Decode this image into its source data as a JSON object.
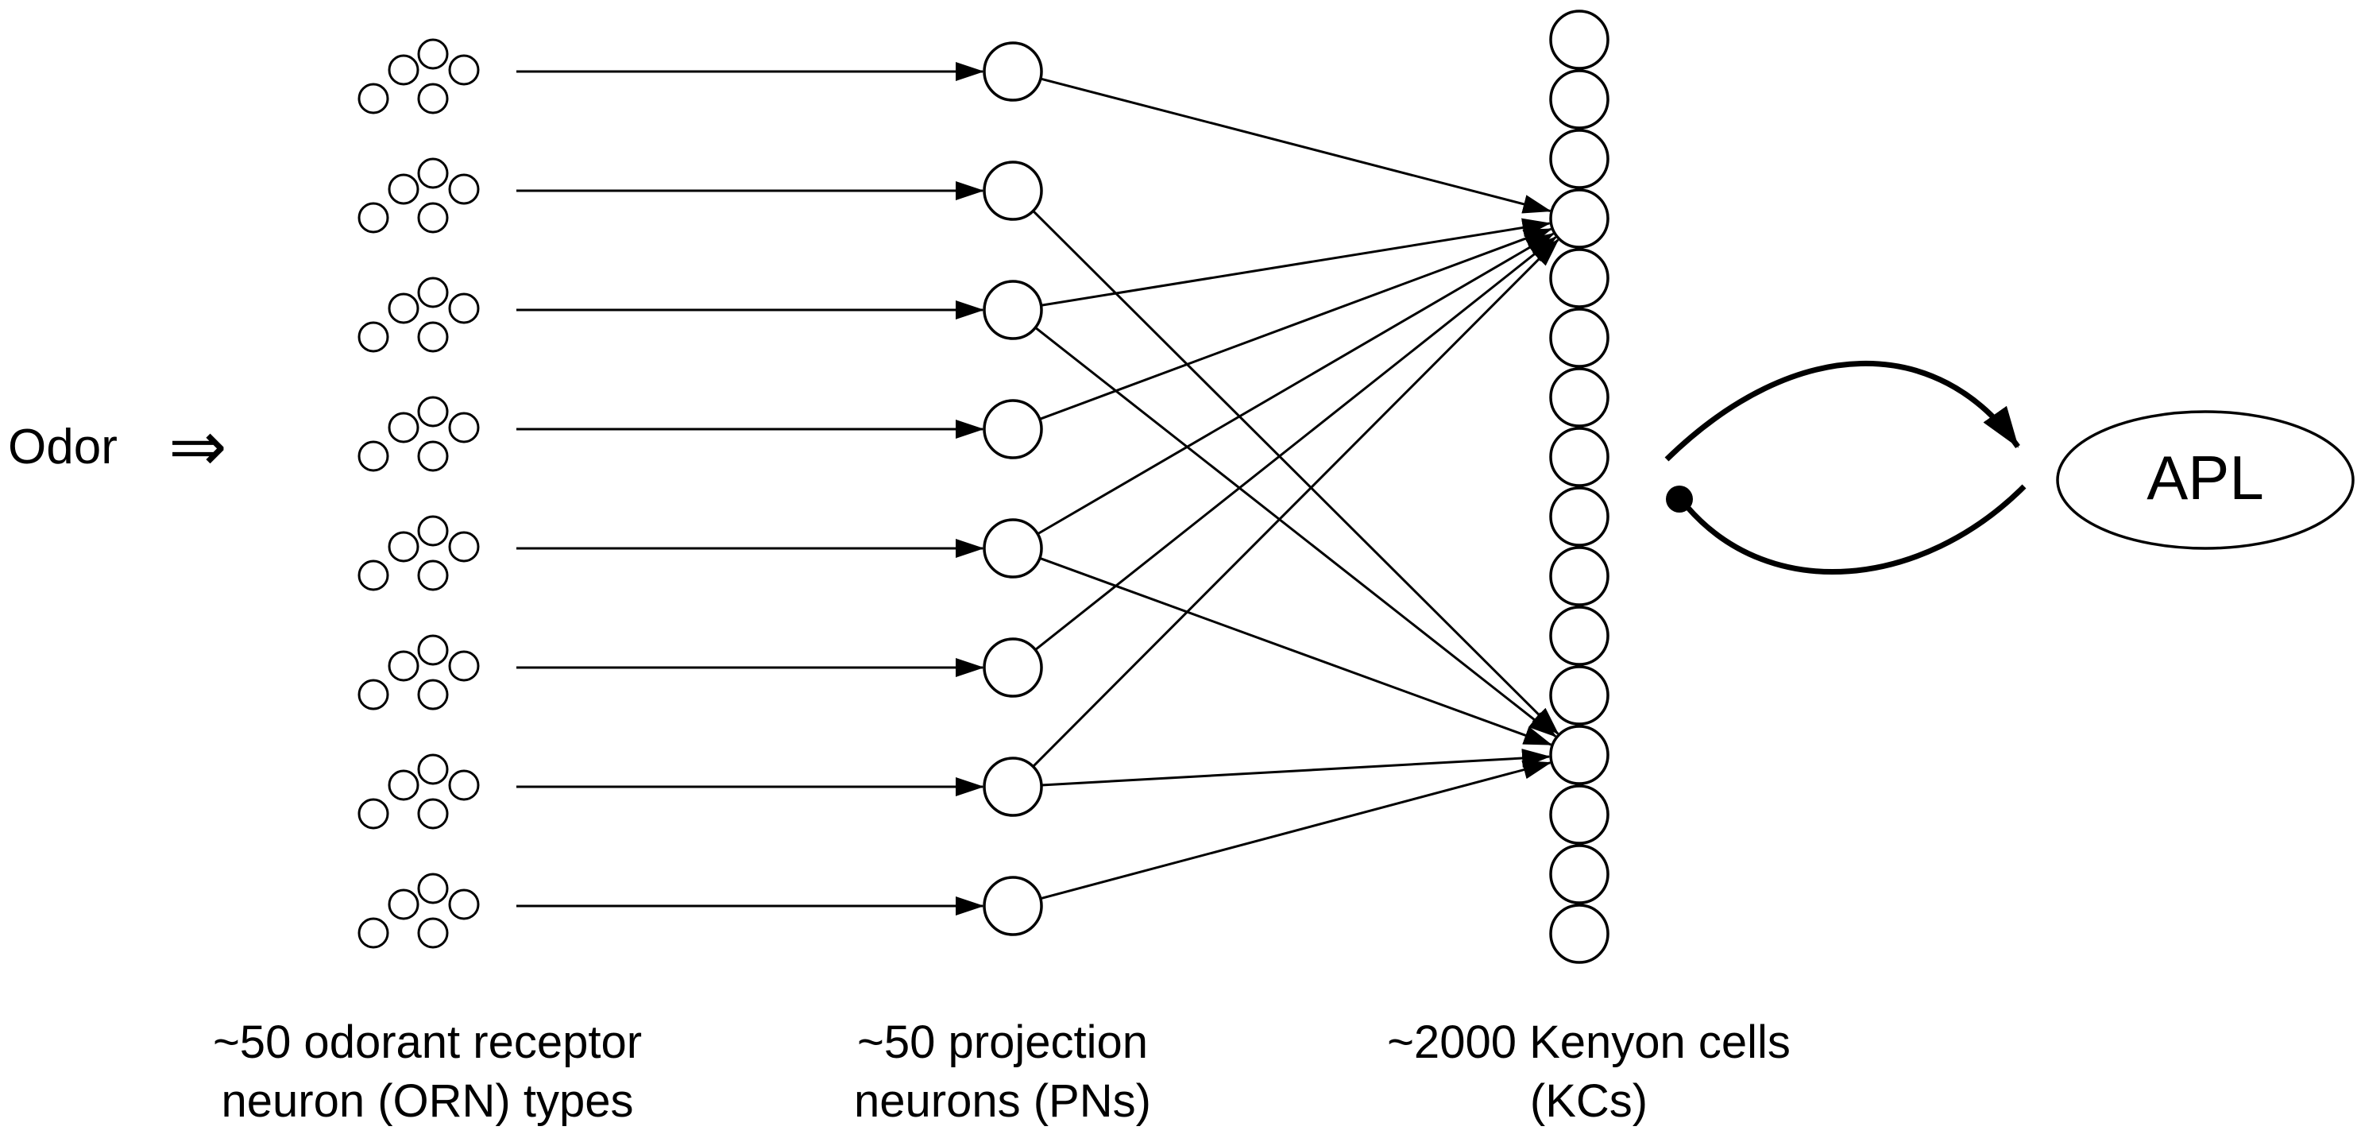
{
  "diagram": {
    "input_label": "Odor",
    "input_arrow_glyph": "⇒",
    "apl_label": "APL",
    "orn_caption": {
      "line1": "~50 odorant receptor",
      "line2": "neuron (ORN) types"
    },
    "pn_caption": {
      "line1": "~50 projection",
      "line2": "neurons (PNs)"
    },
    "kc_caption": {
      "line1": "~2000 Kenyon cells",
      "line2": "(KCs)"
    },
    "orn_cluster_count": 8,
    "pn_count": 8,
    "kc_count": 16,
    "pn_to_kc_connections": [
      [
        0,
        3
      ],
      [
        1,
        12
      ],
      [
        2,
        3
      ],
      [
        2,
        12
      ],
      [
        3,
        3
      ],
      [
        4,
        3
      ],
      [
        4,
        12
      ],
      [
        5,
        3
      ],
      [
        6,
        3
      ],
      [
        6,
        12
      ],
      [
        7,
        12
      ]
    ],
    "colors": {
      "stroke": "#000000",
      "fill": "#ffffff",
      "text": "#000000"
    }
  }
}
